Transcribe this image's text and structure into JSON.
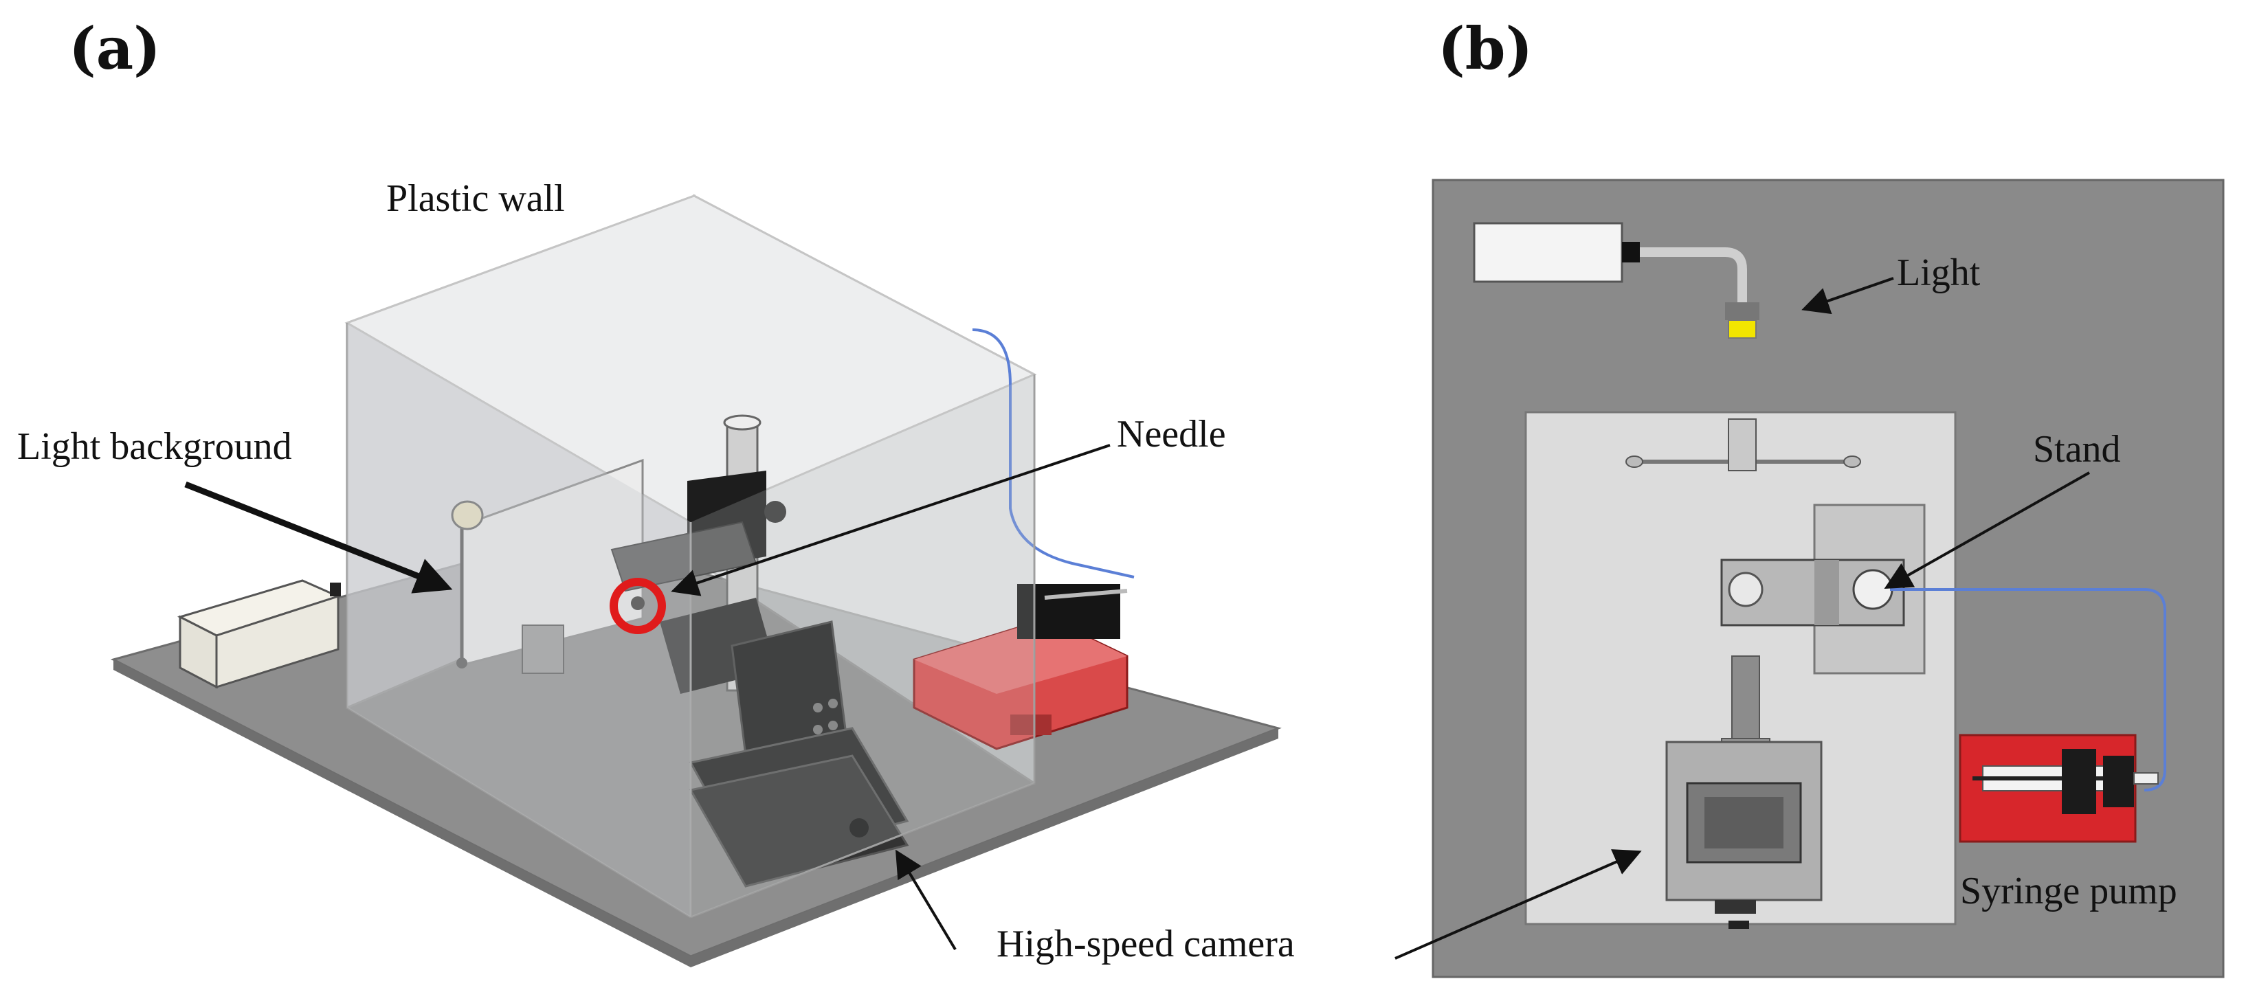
{
  "panels": {
    "a": {
      "label": "(a)",
      "callouts": {
        "plastic_wall": "Plastic wall",
        "light_background": "Light background",
        "needle": "Needle",
        "high_speed_camera": "High-speed camera"
      }
    },
    "b": {
      "label": "(b)",
      "callouts": {
        "light": "Light",
        "stand": "Stand",
        "syringe_pump": "Syringe pump"
      }
    }
  },
  "colors": {
    "base_plate": "#8a8a8a",
    "enclosure_fill": "#d7d9db",
    "pump_red": "#d7262b",
    "needle_marker": "#e01b1b",
    "tubing": "#5b7fd6",
    "lamp_yellow": "#f2e500"
  }
}
